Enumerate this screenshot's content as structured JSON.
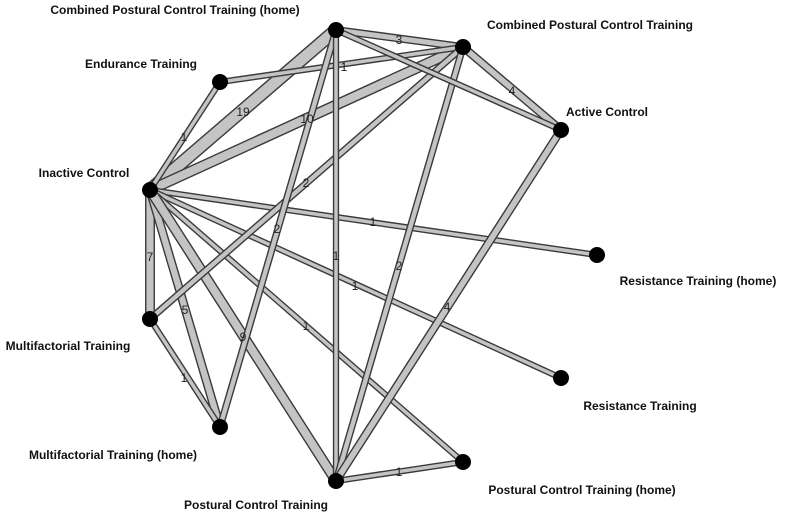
{
  "diagram": {
    "type": "network-meta-analysis",
    "nodes": [
      {
        "id": "cpct_home",
        "label": "Combined Postural Control Training (home)"
      },
      {
        "id": "cpct",
        "label": "Combined Postural Control Training"
      },
      {
        "id": "endurance",
        "label": "Endurance Training"
      },
      {
        "id": "active",
        "label": "Active Control"
      },
      {
        "id": "inactive",
        "label": "Inactive Control"
      },
      {
        "id": "rt_home",
        "label": "Resistance Training (home)"
      },
      {
        "id": "multi",
        "label": "Multifactorial Training"
      },
      {
        "id": "rt",
        "label": "Resistance Training"
      },
      {
        "id": "multi_home",
        "label": "Multifactorial Training (home)"
      },
      {
        "id": "pct_home",
        "label": "Postural Control Training (home)"
      },
      {
        "id": "pct",
        "label": "Postural Control Training"
      }
    ],
    "edges": [
      {
        "from": "inactive",
        "to": "cpct_home",
        "studies": 19,
        "label": "19"
      },
      {
        "from": "inactive",
        "to": "cpct",
        "studies": 10,
        "label": "10"
      },
      {
        "from": "cpct_home",
        "to": "cpct",
        "studies": 3,
        "label": "3"
      },
      {
        "from": "cpct",
        "to": "active",
        "studies": 4,
        "label": "4"
      },
      {
        "from": "endurance",
        "to": "cpct",
        "studies": 1,
        "label": "1"
      },
      {
        "from": "inactive",
        "to": "endurance",
        "studies": 1,
        "label": "1"
      },
      {
        "from": "inactive",
        "to": "rt_home",
        "studies": 1,
        "label": "1"
      },
      {
        "from": "inactive",
        "to": "rt",
        "studies": 1,
        "label": "1"
      },
      {
        "from": "inactive",
        "to": "pct_home",
        "studies": 1,
        "label": "1"
      },
      {
        "from": "inactive",
        "to": "multi",
        "studies": 7,
        "label": "7"
      },
      {
        "from": "inactive",
        "to": "multi_home",
        "studies": 5,
        "label": "5"
      },
      {
        "from": "inactive",
        "to": "pct",
        "studies": 9,
        "label": "9"
      },
      {
        "from": "multi",
        "to": "multi_home",
        "studies": 1,
        "label": "1"
      },
      {
        "from": "multi",
        "to": "cpct",
        "studies": 2,
        "label": "2"
      },
      {
        "from": "multi_home",
        "to": "cpct_home",
        "studies": 2,
        "label": "2"
      },
      {
        "from": "pct",
        "to": "cpct_home",
        "studies": 1,
        "label": "1"
      },
      {
        "from": "pct",
        "to": "cpct",
        "studies": 2,
        "label": "2"
      },
      {
        "from": "pct",
        "to": "active",
        "studies": 4,
        "label": "4"
      },
      {
        "from": "pct",
        "to": "pct_home",
        "studies": 1,
        "label": "1"
      },
      {
        "from": "cpct_home",
        "to": "active",
        "studies": 1,
        "label": ""
      }
    ]
  }
}
